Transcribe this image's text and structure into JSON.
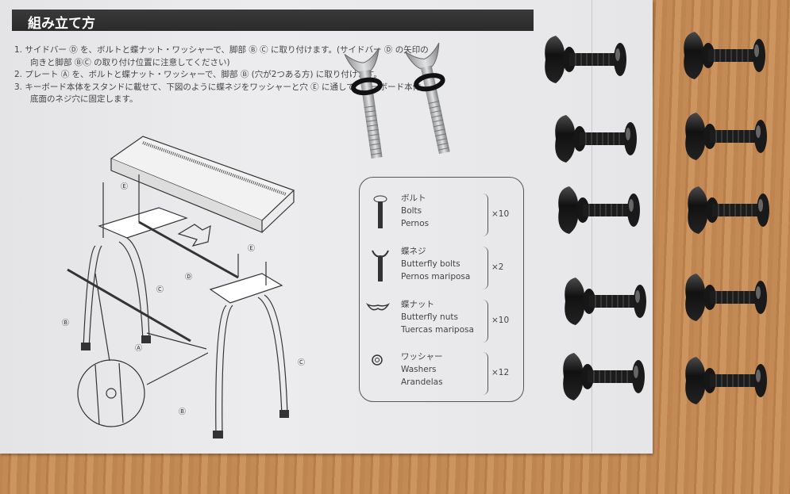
{
  "title": "組み立て方",
  "steps": [
    "1. サイドバー Ⓓ を、ボルトと蝶ナット・ワッシャーで、脚部 Ⓑ Ⓒ に取り付けます。(サイドバー Ⓓ の矢印の",
    "向きと脚部 ⒷⒸ の取り付け位置に注意してください)",
    "2. プレート Ⓐ を、ボルトと蝶ナット・ワッシャーで、脚部 Ⓑ (穴が2つある方) に取り付けます。",
    "3. キーボード本体をスタンドに載せて、下図のように蝶ネジをワッシャーと穴 Ⓔ に通して、キーボード本体",
    "底面のネジ穴に固定します。"
  ],
  "parts": [
    {
      "icon": "bolt-icon",
      "jp": "ボルト",
      "en": "Bolts",
      "es": "Pernos",
      "qty": "×10"
    },
    {
      "icon": "butterfly-bolt-icon",
      "jp": "蝶ネジ",
      "en": "Butterfly bolts",
      "es": "Pernos mariposa",
      "qty": "×2"
    },
    {
      "icon": "butterfly-nut-icon",
      "jp": "蝶ナット",
      "en": "Butterfly nuts",
      "es": "Tuercas mariposa",
      "qty": "×10"
    },
    {
      "icon": "washer-icon",
      "jp": "ワッシャー",
      "en": "Washers",
      "es": "Arandelas",
      "qty": "×12"
    }
  ],
  "diagram_labels": {
    "a": "Ⓐ",
    "b": "Ⓑ",
    "c": "Ⓒ",
    "d": "Ⓓ",
    "e": "Ⓔ"
  },
  "colors": {
    "paper": "#e8e8ea",
    "wood": "#c48a55",
    "title_bar": "#2f2f2f",
    "hardware_black": "#1a1a1a",
    "hardware_silver": "#c8c8c8"
  }
}
